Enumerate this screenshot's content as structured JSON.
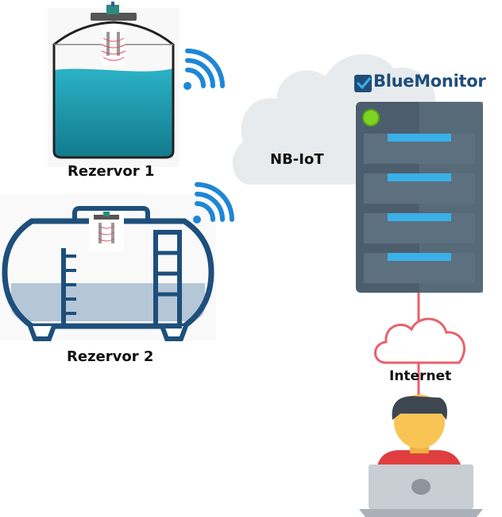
{
  "tank1": {
    "label": "Rezervor 1"
  },
  "tank2": {
    "label": "Rezervor 2"
  },
  "network": {
    "label": "NB-IoT"
  },
  "server": {
    "brand": "BlueMonitor"
  },
  "internet": {
    "label": "Internet"
  },
  "colors": {
    "water_top": "#2aa7bd",
    "water_bottom": "#157f92",
    "tank2_outline": "#1e4f7c",
    "tank2_fill": "#b5c6d6",
    "wifi": "#1f86d6",
    "cloud": "#e6e9ed",
    "server_body": "#4c5e6d",
    "server_slot": "#5d707f",
    "server_led": "#3ab0e8",
    "server_power": "#7ed321",
    "internet_line": "#e8616b",
    "user_skin": "#f8c454",
    "user_hair": "#3e4651",
    "user_shirt": "#e03e3e",
    "laptop": "#c9ced4"
  },
  "icons": [
    "wifi-icon",
    "cloud-icon",
    "server-icon",
    "internet-cloud-icon",
    "user-icon",
    "laptop-icon",
    "ultrasonic-sensor-icon",
    "checkmark-gear-icon"
  ]
}
